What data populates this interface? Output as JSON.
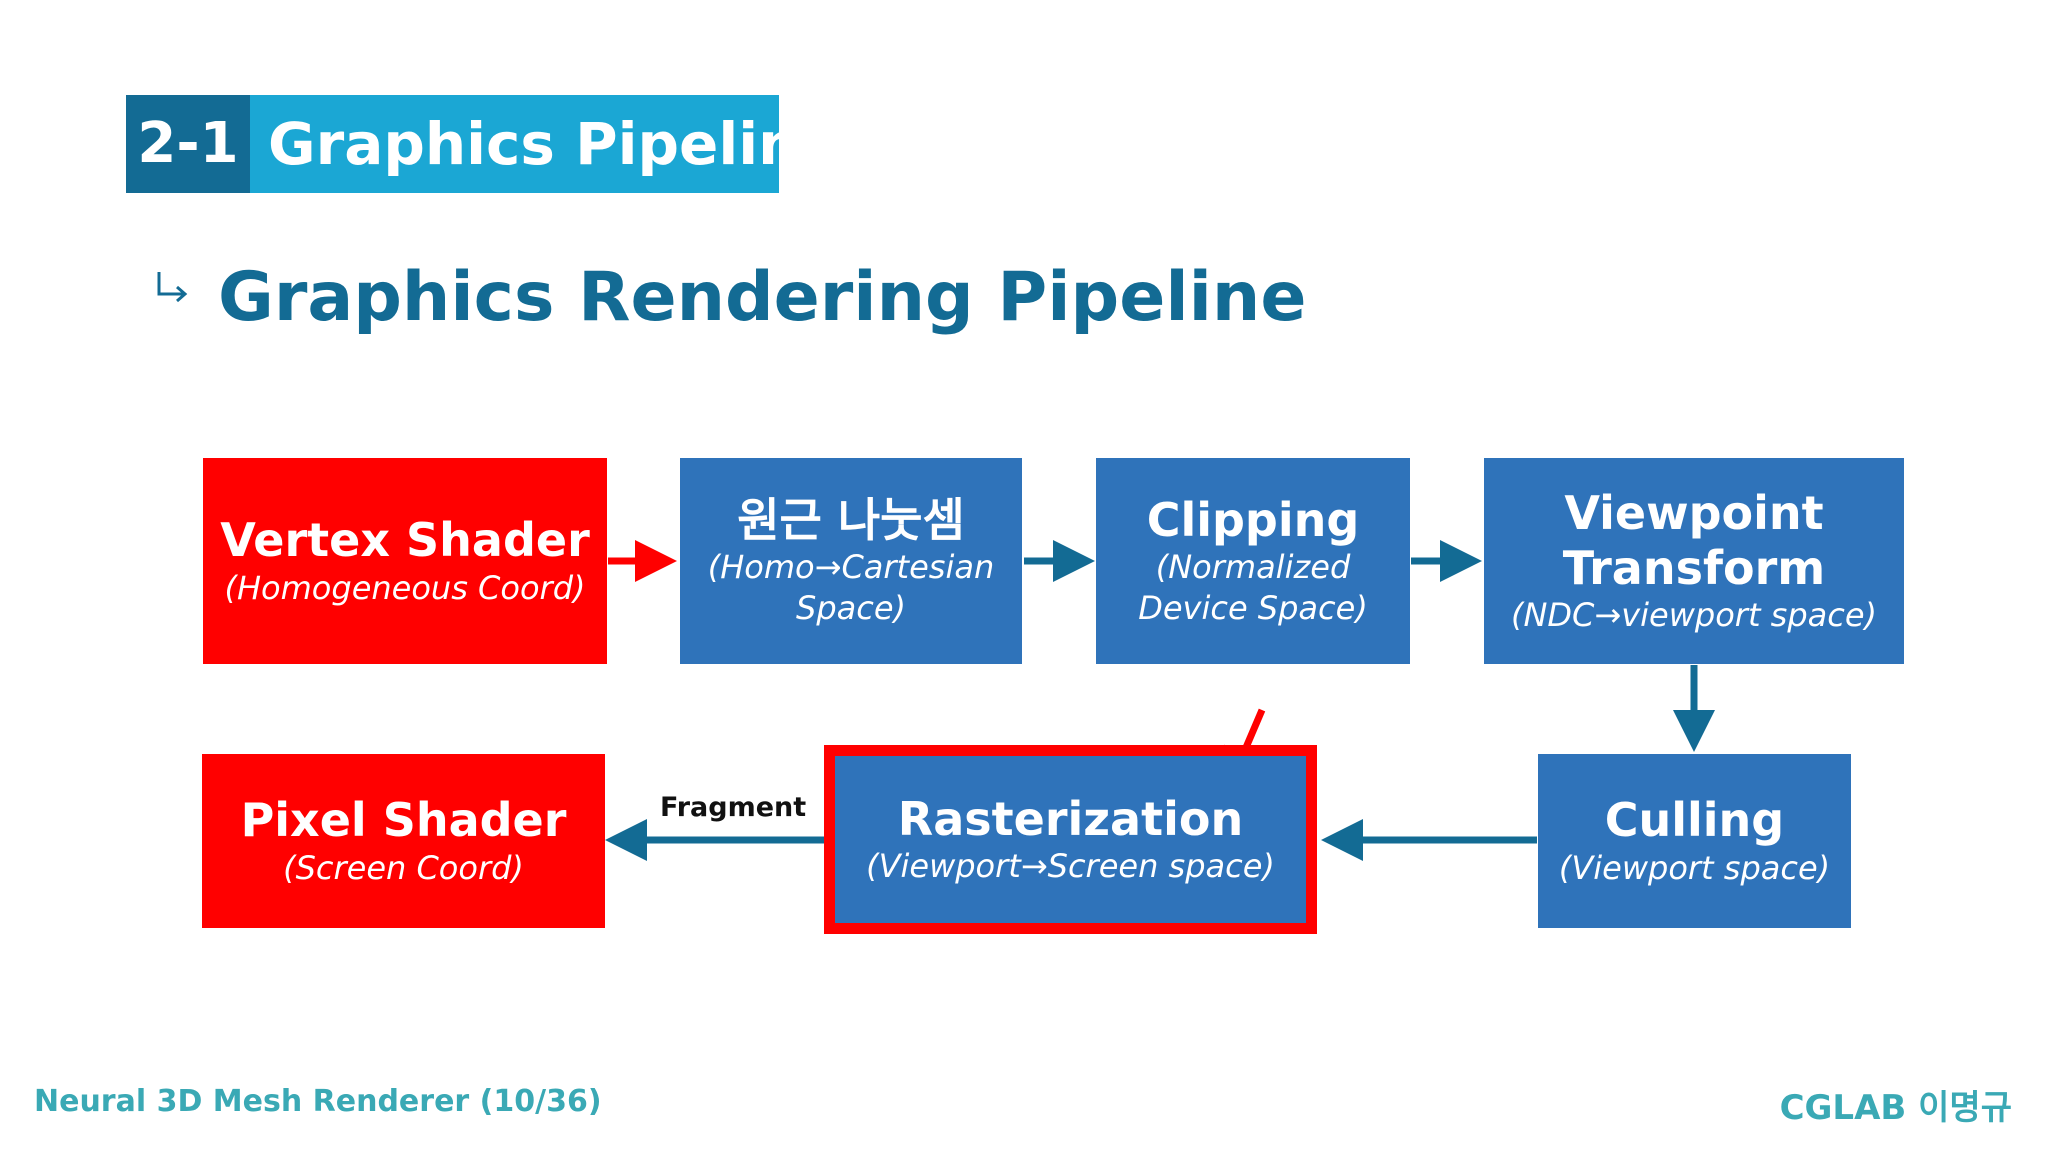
{
  "header": {
    "section_number": "2-1",
    "section_title": "Graphics  Pipeline",
    "subtitle": "Graphics Rendering Pipeline"
  },
  "pipeline": {
    "vertex_shader": {
      "title": "Vertex Shader",
      "subtitle": "(Homogeneous Coord)"
    },
    "perspective_division": {
      "title": "원근 나눗셈",
      "subtitle_line1": "(Homo→Cartesian",
      "subtitle_line2": "Space)"
    },
    "clipping": {
      "title": "Clipping",
      "subtitle_line1": "(Normalized",
      "subtitle_line2": "Device Space)"
    },
    "viewpoint_transform": {
      "title_line1": "Viewpoint",
      "title_line2": "Transform",
      "subtitle": "(NDC→viewport space)"
    },
    "culling": {
      "title": "Culling",
      "subtitle": "(Viewport space)"
    },
    "rasterization": {
      "title": "Rasterization",
      "subtitle": "(Viewport→Screen space)"
    },
    "pixel_shader": {
      "title": "Pixel Shader",
      "subtitle": "(Screen Coord)"
    },
    "fragment_label": "Fragment"
  },
  "colors": {
    "red_stage": "#ff0000",
    "blue_stage": "#2f73ba",
    "arrow": "#136b94",
    "title_dark": "#136b94",
    "title_light": "#1ba7d4",
    "footer": "#3aa9b5"
  },
  "footer": {
    "left": "Neural 3D Mesh Renderer (10/36)",
    "right": "CGLAB 이명규"
  }
}
